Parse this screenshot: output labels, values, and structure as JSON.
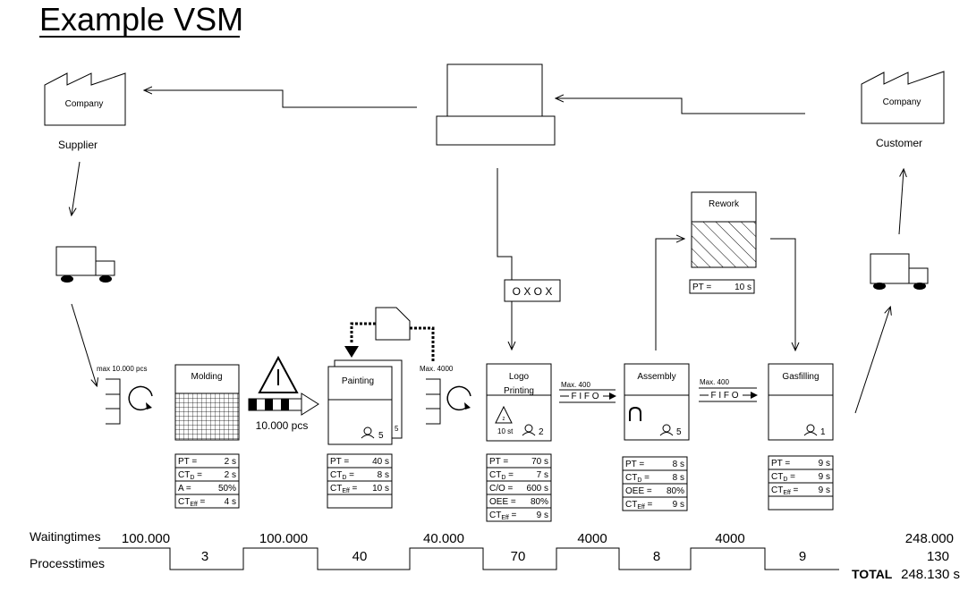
{
  "title": "Example VSM",
  "supplier": {
    "company_label": "Company",
    "caption": "Supplier"
  },
  "customer": {
    "company_label": "Company",
    "caption": "Customer"
  },
  "kanban_label": "O X O X",
  "molding_inventory": {
    "max_label": "max 10.000 pcs"
  },
  "painting_inventory": {
    "max_label": "Max. 4000"
  },
  "warning_inventory": {
    "qty_label": "10.000 pcs"
  },
  "processes": {
    "molding": {
      "name": "Molding",
      "table": [
        {
          "k": "PT =",
          "v": "2 s"
        },
        {
          "k": "CT",
          "sub": "D",
          "tail": " =",
          "v": "2 s"
        },
        {
          "k": "A =",
          "v": "50%"
        },
        {
          "k": "CT",
          "sub": "Eff",
          "tail": " =",
          "v": "4 s"
        }
      ]
    },
    "painting": {
      "name": "Painting",
      "operators": "5",
      "operators_back": "5",
      "table": [
        {
          "k": "PT =",
          "v": "40 s"
        },
        {
          "k": "CT",
          "sub": "D",
          "tail": " =",
          "v": "8 s"
        },
        {
          "k": "CT",
          "sub": "Eff",
          "tail": " =",
          "v": "10 s"
        },
        {
          "k": "",
          "v": ""
        }
      ]
    },
    "logo_printing": {
      "name_line1": "Logo",
      "name_line2": "Printing",
      "stock_label": "10 st",
      "triangle_label": "z",
      "operators": "2",
      "table": [
        {
          "k": "PT =",
          "v": "70 s"
        },
        {
          "k": "CT",
          "sub": "D",
          "tail": " =",
          "v": "7 s"
        },
        {
          "k": "C/O =",
          "v": "600 s"
        },
        {
          "k": "OEE =",
          "v": "80%"
        },
        {
          "k": "CT",
          "sub": "Eff",
          "tail": " =",
          "v": "9 s"
        }
      ]
    },
    "assembly": {
      "name": "Assembly",
      "operators": "5",
      "table": [
        {
          "k": "PT =",
          "v": "8 s"
        },
        {
          "k": "CT",
          "sub": "D",
          "tail": " =",
          "v": "8 s"
        },
        {
          "k": "OEE =",
          "v": "80%"
        },
        {
          "k": "CT",
          "sub": "Eff",
          "tail": " =",
          "v": "9 s"
        }
      ]
    },
    "gasfilling": {
      "name": "Gasfilling",
      "operators": "1",
      "table": [
        {
          "k": "PT =",
          "v": "9 s"
        },
        {
          "k": "CT",
          "sub": "D",
          "tail": " =",
          "v": "9 s"
        },
        {
          "k": "CT",
          "sub": "Eff",
          "tail": " =",
          "v": "9 s"
        },
        {
          "k": "",
          "v": ""
        }
      ]
    },
    "rework": {
      "name": "Rework",
      "table": [
        {
          "k": "PT =",
          "v": "10 s"
        }
      ]
    }
  },
  "fifo": [
    {
      "max_label": "Max. 400",
      "label": "F I F O"
    },
    {
      "max_label": "Max. 400",
      "label": "F I F O"
    }
  ],
  "timeline": {
    "waiting_label": "Waitingtimes",
    "process_label": "Processtimes",
    "waiting": [
      "100.000",
      "100.000",
      "40.000",
      "4000",
      "4000"
    ],
    "process": [
      "3",
      "40",
      "70",
      "8",
      "9"
    ],
    "total_waiting": "248.000",
    "total_process": "130",
    "total_label": "TOTAL",
    "total_value": "248.130 s"
  }
}
